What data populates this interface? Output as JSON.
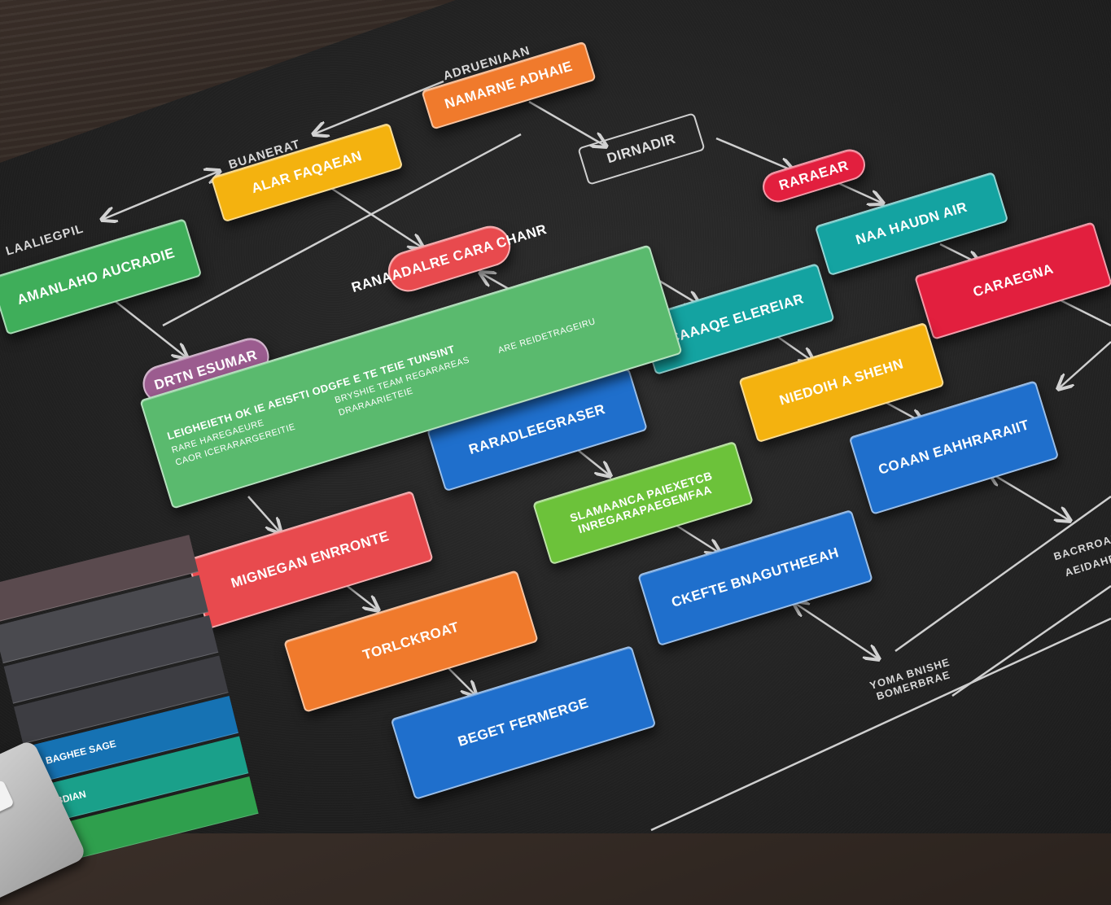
{
  "colors": {
    "orange": "#f07a2c",
    "yellow": "#f4b20f",
    "green": "#3fae5a",
    "light_green": "#5aba6e",
    "lime": "#6cc23a",
    "red": "#e84a4e",
    "crimson": "#e21f3e",
    "teal": "#14a3a1",
    "blue": "#1f6fcc",
    "purple": "#9b5c8f",
    "gray_line": "#cfcfcf"
  },
  "nodes": [
    {
      "id": "n1",
      "text": "NAMARNE ADHAIE",
      "shape": "rect",
      "color": "orange"
    },
    {
      "id": "n2",
      "text": "ALAR FAQAEAN",
      "shape": "rect",
      "color": "yellow"
    },
    {
      "id": "n3",
      "text": "AMANLAHO AUCRADIE",
      "shape": "rect",
      "color": "green"
    },
    {
      "id": "n4",
      "text": "DIRNADIR",
      "shape": "outline",
      "color": "gray_line"
    },
    {
      "id": "n5",
      "text": "RARAEAR",
      "shape": "pill",
      "color": "crimson"
    },
    {
      "id": "n6",
      "text": "NAA HAUDN AIR",
      "shape": "rect",
      "color": "teal"
    },
    {
      "id": "n7",
      "text": "RANAADALRE CARA CHANR",
      "shape": "pill",
      "color": "red"
    },
    {
      "id": "n8",
      "text": "CARAEGNA",
      "shape": "rect",
      "color": "crimson"
    },
    {
      "id": "n9",
      "text": "DRTN ESUMAR",
      "shape": "pill",
      "color": "purple"
    },
    {
      "id": "n10",
      "text": "CAAAQE ELEREIAR",
      "shape": "rect",
      "color": "teal"
    },
    {
      "id": "n11",
      "text": "NIEDOIH A SHEHN",
      "shape": "rect",
      "color": "yellow"
    },
    {
      "id": "n12",
      "text": "RARADLEEGRASER",
      "shape": "rect",
      "color": "blue"
    },
    {
      "id": "n13",
      "text": "COAAN EAHHRARAIIT",
      "shape": "rect",
      "color": "blue"
    },
    {
      "id": "n14",
      "text": "SLAMAANCA PAIEXETCB INREGARAPAEGEMFAA",
      "shape": "rect",
      "color": "lime"
    },
    {
      "id": "n15",
      "text": "MIGNEGAN ENRRONTE",
      "shape": "rect",
      "color": "red"
    },
    {
      "id": "n16",
      "text": "CKEFTE BNAGUTHEEAH",
      "shape": "rect",
      "color": "blue"
    },
    {
      "id": "n17",
      "text": "TORLCKROAT",
      "shape": "rect",
      "color": "orange"
    },
    {
      "id": "n18",
      "text": "BEGET FERMERGE",
      "shape": "rect",
      "color": "blue"
    }
  ],
  "wide_node": {
    "title": "LEIGHEIETH OK IE AEISFTI ODGFE E TE TEIE TUNSINT",
    "text": "CAOR ICERARARGEREITIE",
    "cols": [
      "RARE HAREGAEURE",
      "BRYSHIE TEAM REGARAREAS",
      "ARE REIDETRAGEIRU",
      "DRARAARIETEIE"
    ],
    "color": "light_green"
  },
  "labels": [
    {
      "id": "l1",
      "text": "ADRUENIAAN"
    },
    {
      "id": "l2",
      "text": "BUANERAT"
    },
    {
      "id": "l3",
      "text": "LAALIEGPIL"
    },
    {
      "id": "l4",
      "text": "BACRROAR"
    },
    {
      "id": "l5",
      "text": "AEIDAHRE"
    },
    {
      "id": "l6",
      "text": "YOMA BNISHE BOMERBRAE"
    }
  ],
  "legend_rows": [
    {
      "text": "",
      "color": "#5a4a4e"
    },
    {
      "text": "",
      "color": "#4a4a4f"
    },
    {
      "text": "",
      "color": "#424248"
    },
    {
      "text": "",
      "color": "#3d3d42"
    },
    {
      "text": "BAGHEE SAGE",
      "color": "#1672b3"
    },
    {
      "text": "BDIAN",
      "color": "#1aa08a"
    },
    {
      "text": "",
      "color": "#2f9f4d"
    }
  ]
}
